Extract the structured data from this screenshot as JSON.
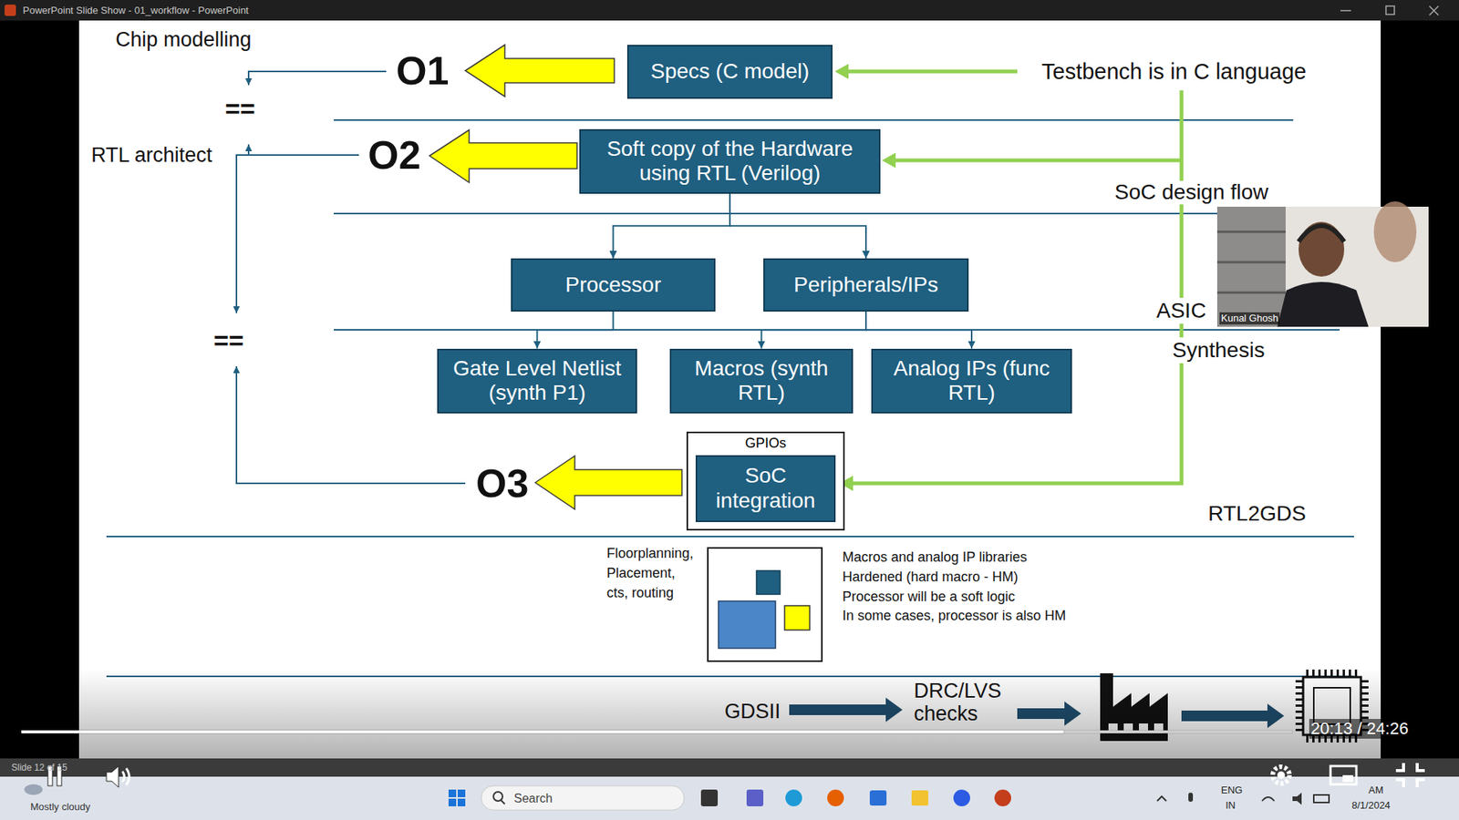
{
  "diagram": {
    "nodes": [
      {
        "text": [
          "Specs (C model)"
        ]
      },
      {
        "text": [
          "Soft copy of the Hardware using RTL (Verilog)"
        ]
      },
      {
        "text": [
          "Processor"
        ]
      },
      {
        "text": [
          "Peripherals/IPs"
        ]
      },
      {
        "text": [
          "Gate Level Netlist (synth P1)"
        ]
      },
      {
        "text": [
          "Macros (synth RTL)"
        ]
      },
      {
        "text": [
          "Analog IPs (func RTL)"
        ]
      },
      {
        "text": [
          "GPIOs"
        ]
      },
      {
        "text": [
          "SoC integration"
        ],
        "in": 7
      }
    ],
    "edges": [
      {
        "from": 1,
        "to": 2,
        "arrow": "to"
      },
      {
        "from": 1,
        "to": 3,
        "arrow": "to"
      },
      {
        "from": 2,
        "to": 4,
        "arrow": "to"
      },
      {
        "from": 3,
        "to": 5,
        "arrow": "to"
      },
      {
        "from": 3,
        "to": 6,
        "arrow": "to"
      }
    ],
    "labels": [
      "PowerPoint Slide Show - 01_workflow - PowerPoint",
      "Chip modelling",
      "O1",
      "==",
      "Testbench is in C language",
      "RTL architect",
      "O2",
      "SoC design flow",
      "Kunal Ghosh",
      "ASIC",
      "==",
      "Synthesis",
      "O3",
      "RTL2GDS",
      "Floorplanning, Placement, cts, routing",
      "Macros and analog IP libraries",
      "Hardened (hard macro - HM)",
      "Processor will be a soft logic",
      "In some cases, processor is also HM",
      "GDSII",
      "DRC/LVS checks",
      "20:13 / 24:26",
      "Slide 12 of 15",
      "Mostly cloudy",
      "Search",
      "ENG",
      "IN",
      "AM",
      "8/1/2024"
    ]
  }
}
